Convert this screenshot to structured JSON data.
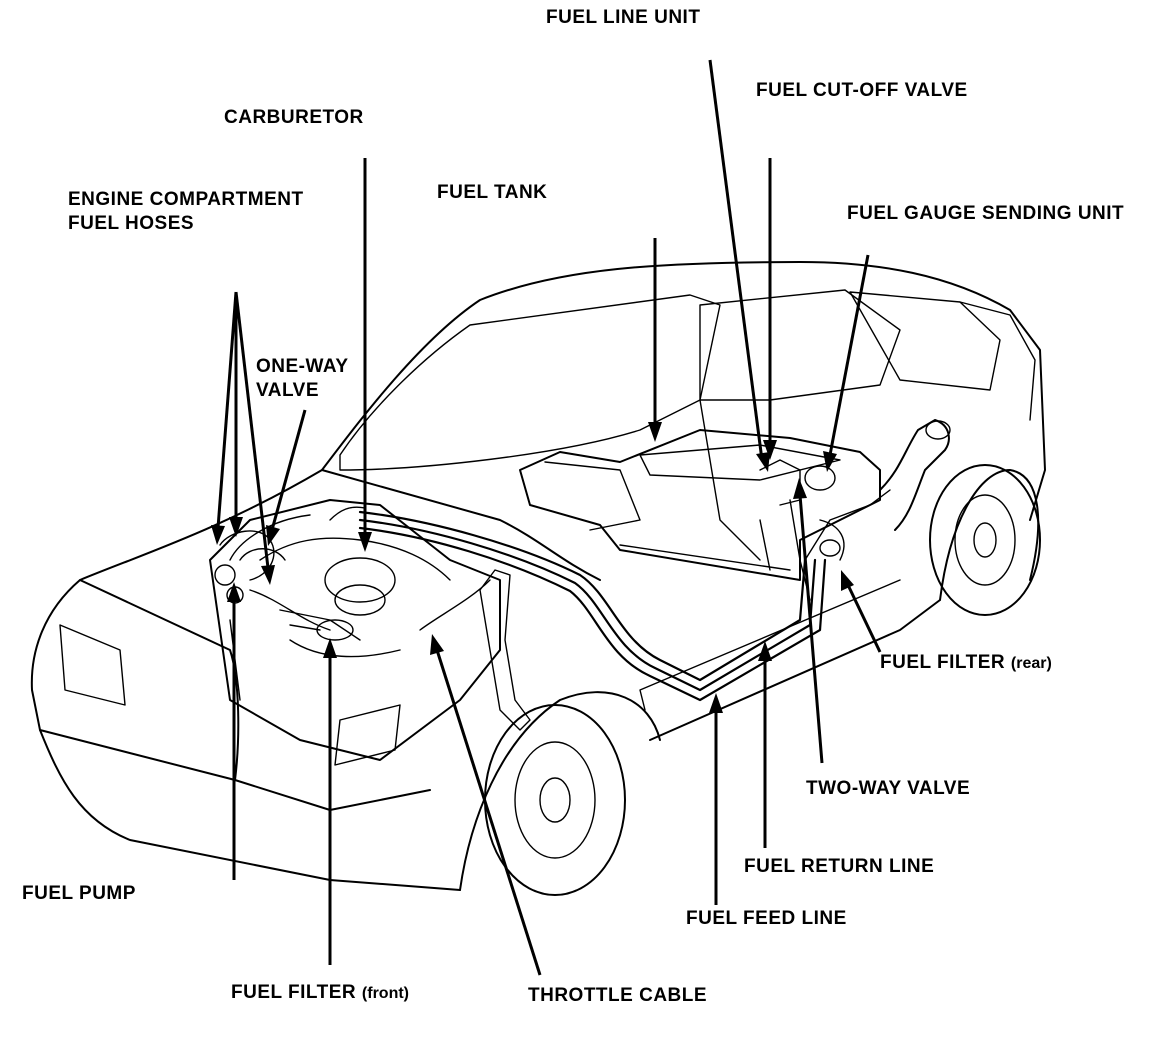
{
  "labels": {
    "fuel_line_unit": "FUEL LINE UNIT",
    "fuel_cutoff_valve": "FUEL CUT-OFF VALVE",
    "carburetor": "CARBURETOR",
    "fuel_tank": "FUEL TANK",
    "engine_hoses_line1": "ENGINE COMPARTMENT",
    "engine_hoses_line2": "FUEL HOSES",
    "fuel_gauge_sending_unit": "FUEL GAUGE SENDING UNIT",
    "one_way_valve_line1": "ONE-WAY",
    "one_way_valve_line2": "VALVE",
    "fuel_filter_rear": "FUEL FILTER",
    "fuel_filter_rear_qualifier": "(rear)",
    "two_way_valve": "TWO-WAY VALVE",
    "fuel_return_line": "FUEL RETURN LINE",
    "fuel_feed_line": "FUEL FEED LINE",
    "fuel_pump": "FUEL PUMP",
    "fuel_filter_front": "FUEL FILTER",
    "fuel_filter_front_qualifier": "(front)",
    "throttle_cable": "THROTTLE CABLE"
  }
}
